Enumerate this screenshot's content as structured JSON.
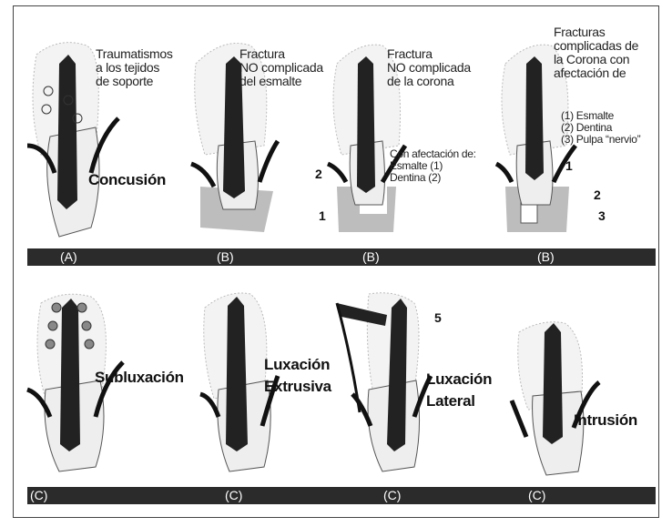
{
  "row1": {
    "panels": [
      {
        "id": "A",
        "caption": [
          "Traumatismos",
          "a los tejidos",
          "de soporte"
        ],
        "label": "Concusión",
        "band_label": "(A)"
      },
      {
        "id": "B1",
        "caption": [
          "Fractura",
          "NO complicada",
          "del esmalte"
        ],
        "band_label": "(B)"
      },
      {
        "id": "B2",
        "caption": [
          "Fractura",
          "NO complicada",
          "de la corona"
        ],
        "note": [
          "Con afectación de:",
          "Esmalte (1)",
          "Dentina (2)"
        ],
        "markers": [
          "2",
          "1"
        ],
        "band_label": "(B)"
      },
      {
        "id": "B3",
        "caption": [
          "Fracturas",
          "complicadas de",
          "la Corona con",
          "afectación de"
        ],
        "list": [
          "(1) Esmalte",
          "(2) Dentina",
          "(3) Pulpa “nervio”"
        ],
        "markers": [
          "1",
          "2",
          "3"
        ],
        "band_label": "(B)"
      }
    ]
  },
  "row2": {
    "panels": [
      {
        "id": "C1",
        "label": "Subluxación",
        "band_label": "(C)"
      },
      {
        "id": "C2",
        "label": [
          "Luxación",
          "Extrusiva"
        ],
        "band_label": "(C)"
      },
      {
        "id": "C3",
        "label": [
          "Luxación",
          "Lateral"
        ],
        "marker": "5",
        "band_label": "(C)"
      },
      {
        "id": "C4",
        "label": "Intrusión",
        "band_label": "(C)"
      }
    ]
  },
  "colors": {
    "band": "#2b2b2b",
    "pulp": "#222222",
    "crown": "#bdbdbd",
    "root": "#eeeeee",
    "bone_dots": "#9a9a9a"
  }
}
